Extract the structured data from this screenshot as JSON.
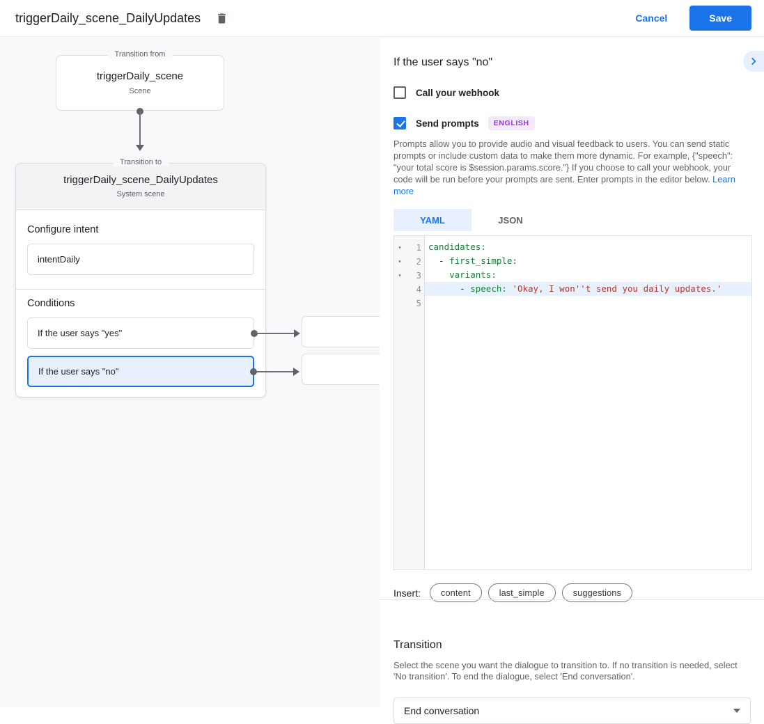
{
  "header": {
    "title": "triggerDaily_scene_DailyUpdates",
    "cancel_label": "Cancel",
    "save_label": "Save"
  },
  "canvas": {
    "from_box": {
      "legend": "Transition from",
      "title": "triggerDaily_scene",
      "subtitle": "Scene"
    },
    "to_box": {
      "legend": "Transition to",
      "title": "triggerDaily_scene_DailyUpdates",
      "subtitle": "System scene",
      "configure_intent_label": "Configure intent",
      "intent_value": "intentDaily",
      "conditions_label": "Conditions",
      "conditions": [
        {
          "label": "If the user says \"yes\"",
          "selected": false
        },
        {
          "label": "If the user says \"no\"",
          "selected": true
        }
      ]
    }
  },
  "panel": {
    "title": "If the user says \"no\"",
    "webhook": {
      "label": "Call your webhook",
      "checked": false
    },
    "prompts": {
      "label": "Send prompts",
      "checked": true,
      "badge": "ENGLISH"
    },
    "description": "Prompts allow you to provide audio and visual feedback to users. You can send static prompts or include custom data to make them more dynamic. For example, {\"speech\": \"your total score is $session.params.score.\"} If you choose to call your webhook, your code will be run before your prompts are sent. Enter prompts in the editor below. ",
    "learn_more": "Learn more",
    "tabs": [
      {
        "label": "YAML",
        "active": true
      },
      {
        "label": "JSON",
        "active": false
      }
    ],
    "editor": {
      "lines": [
        {
          "num": "1",
          "fold": true,
          "highlight": false,
          "segments": [
            {
              "type": "key",
              "text": "candidates:"
            }
          ]
        },
        {
          "num": "2",
          "fold": true,
          "highlight": false,
          "segments": [
            {
              "type": "plain",
              "text": "  - "
            },
            {
              "type": "key",
              "text": "first_simple:"
            }
          ]
        },
        {
          "num": "3",
          "fold": true,
          "highlight": false,
          "segments": [
            {
              "type": "plain",
              "text": "    "
            },
            {
              "type": "key",
              "text": "variants:"
            }
          ]
        },
        {
          "num": "4",
          "fold": false,
          "highlight": true,
          "segments": [
            {
              "type": "plain",
              "text": "      - "
            },
            {
              "type": "key",
              "text": "speech: "
            },
            {
              "type": "string",
              "text": "'Okay, I won''t send you daily updates.'"
            }
          ]
        },
        {
          "num": "5",
          "fold": false,
          "highlight": false,
          "segments": []
        }
      ]
    },
    "insert": {
      "label": "Insert:",
      "chips": [
        "content",
        "last_simple",
        "suggestions"
      ]
    },
    "transition": {
      "title": "Transition",
      "description": "Select the scene you want the dialogue to transition to. If no transition is needed, select 'No transition'. To end the dialogue, select 'End conversation'.",
      "value": "End conversation"
    }
  }
}
